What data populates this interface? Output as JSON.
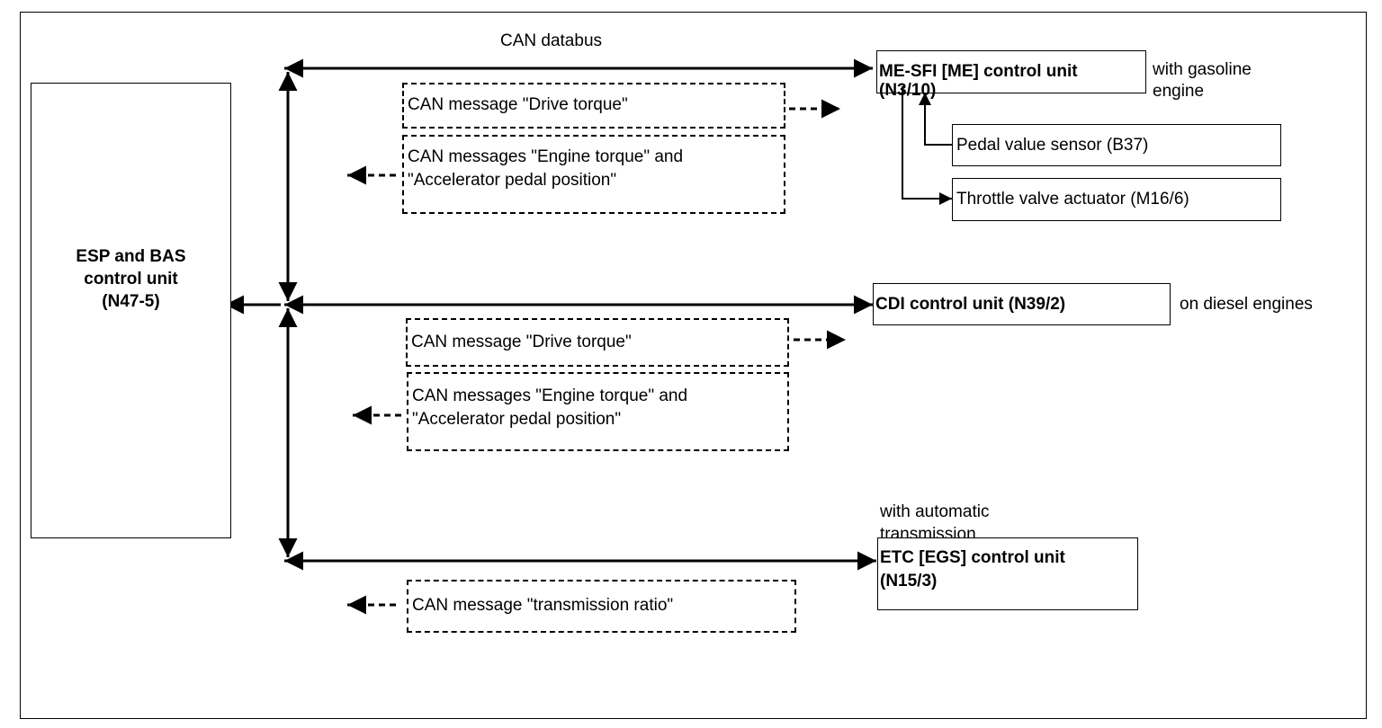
{
  "bus_label": "CAN databus",
  "esp_unit": {
    "label": "ESP and BAS\ncontrol unit\n(N47-5)"
  },
  "me_unit": {
    "label": "ME-SFI [ME] control unit\n(N3/10)",
    "note": "with gasoline\nengine"
  },
  "pedal_sensor": {
    "label": "Pedal value sensor (B37)"
  },
  "throttle_actuator": {
    "label": "Throttle valve actuator (M16/6)"
  },
  "cdi_unit": {
    "label": "CDI control unit (N39/2)",
    "note": "on diesel engines"
  },
  "etc_unit": {
    "label": "ETC [EGS] control unit\n(N15/3)",
    "note": "with automatic\ntransmission"
  },
  "messages": {
    "me_drive": "CAN message \"Drive torque\"",
    "me_engine": "CAN messages \"Engine torque\" and\n\"Accelerator pedal position\"",
    "cdi_drive": "CAN message \"Drive torque\"",
    "cdi_engine": "CAN messages \"Engine torque\" and\n\"Accelerator pedal position\"",
    "etc_ratio": "CAN message \"transmission ratio\""
  }
}
